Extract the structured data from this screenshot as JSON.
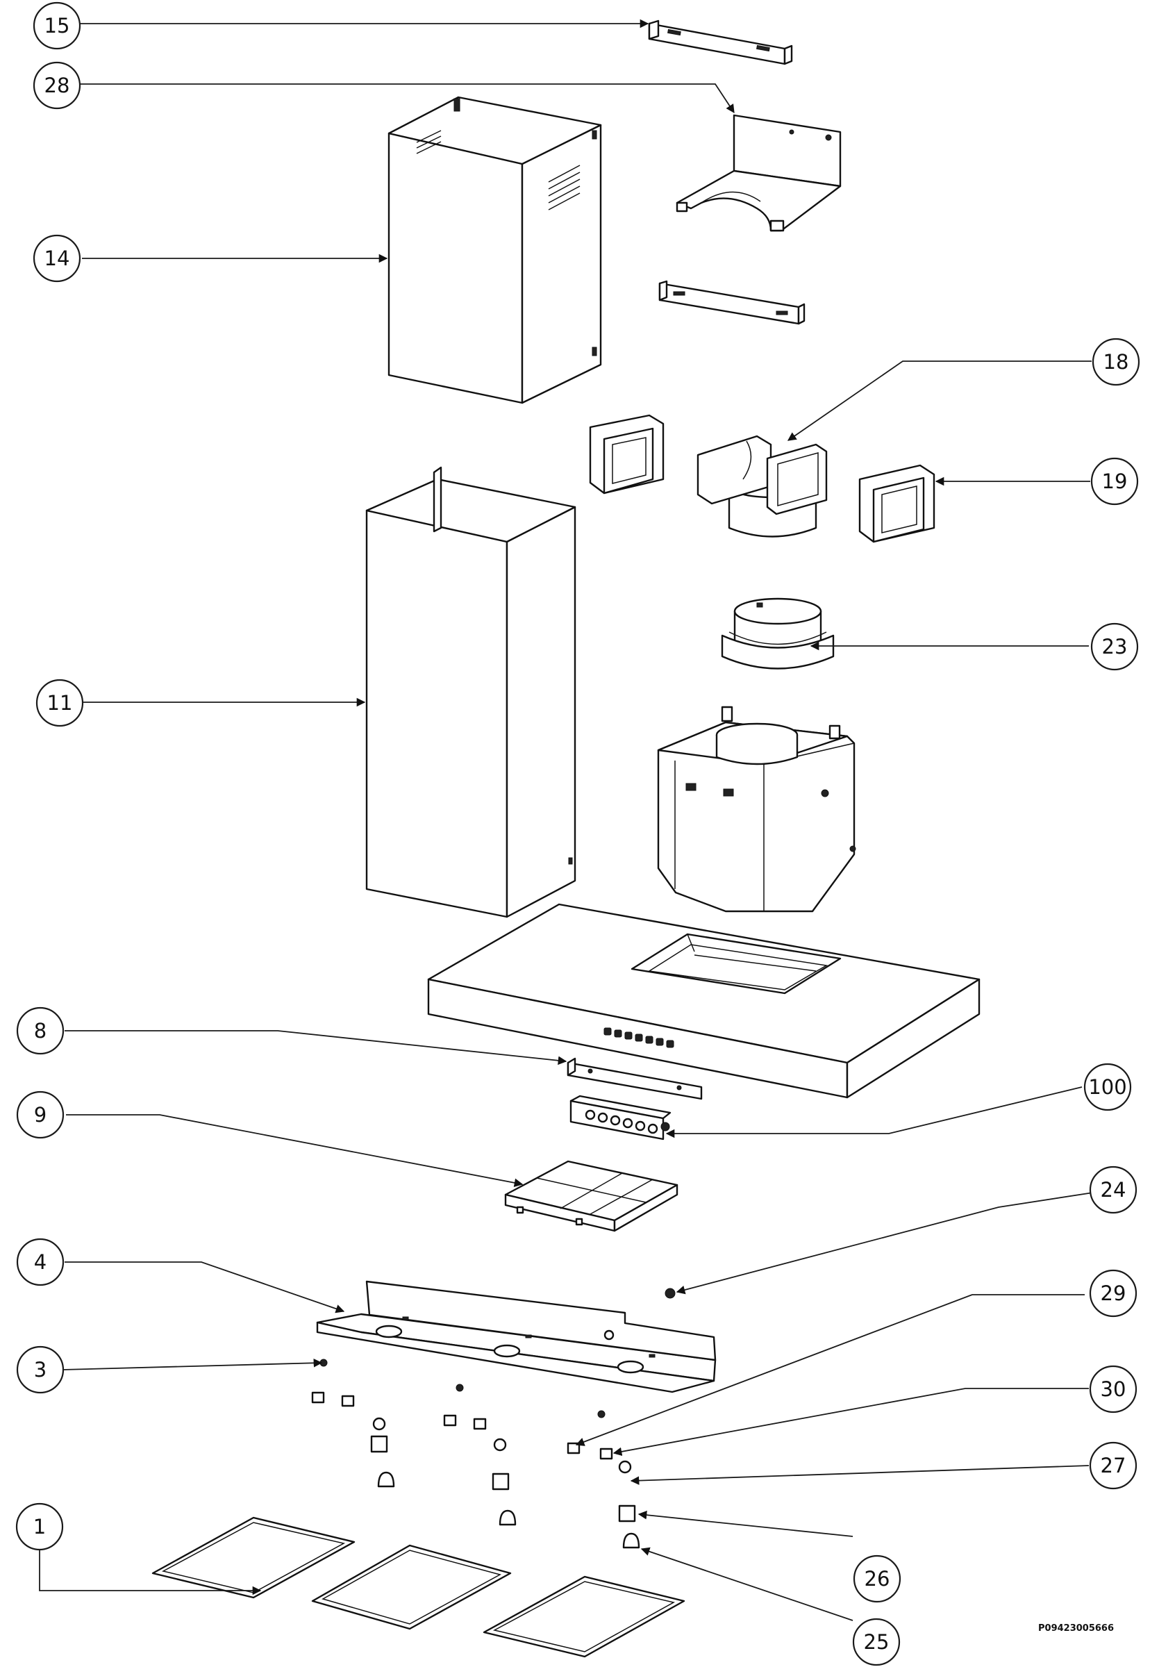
{
  "drawing": {
    "code": "P09423005666"
  },
  "callouts": [
    {
      "id": "c15",
      "label": "15"
    },
    {
      "id": "c28",
      "label": "28"
    },
    {
      "id": "c14",
      "label": "14"
    },
    {
      "id": "c18",
      "label": "18"
    },
    {
      "id": "c19",
      "label": "19"
    },
    {
      "id": "c23",
      "label": "23"
    },
    {
      "id": "c11",
      "label": "11"
    },
    {
      "id": "c8",
      "label": "8"
    },
    {
      "id": "c100",
      "label": "100"
    },
    {
      "id": "c9",
      "label": "9"
    },
    {
      "id": "c24",
      "label": "24"
    },
    {
      "id": "c4",
      "label": "4"
    },
    {
      "id": "c29",
      "label": "29"
    },
    {
      "id": "c3",
      "label": "3"
    },
    {
      "id": "c30",
      "label": "30"
    },
    {
      "id": "c27",
      "label": "27"
    },
    {
      "id": "c1",
      "label": "1"
    },
    {
      "id": "c26",
      "label": "26"
    },
    {
      "id": "c25",
      "label": "25"
    }
  ]
}
